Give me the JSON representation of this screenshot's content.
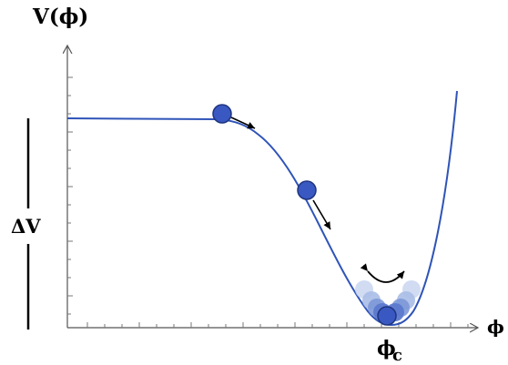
{
  "labels": {
    "y_axis": "V(ϕ)",
    "x_axis": "ϕ",
    "critical_point": "ϕ",
    "critical_subscript": "c",
    "barrier_height": "ΔV"
  },
  "colors": {
    "curve": "#2f54b8",
    "ball": "#3a58c2",
    "ball_stroke": "#1f3580",
    "ghost_ball": "#a9bde6",
    "axis": "#555555",
    "arrow": "#000000"
  },
  "icons": {
    "ball": "filled-circle",
    "motion_arrow": "straight-arrow",
    "oscillation_arrow": "curved-double-arrow"
  }
}
